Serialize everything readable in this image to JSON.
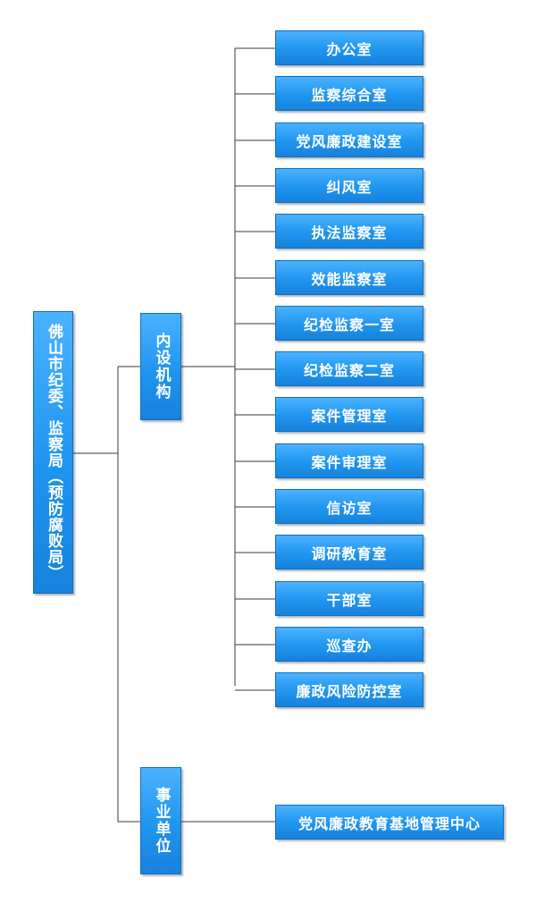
{
  "root": {
    "label": "佛山市纪委、监察局（预防腐败局）"
  },
  "branches": [
    {
      "label": "内设机构",
      "children": [
        "办公室",
        "监察综合室",
        "党风廉政建设室",
        "纠风室",
        "执法监察室",
        "效能监察室",
        "纪检监察一室",
        "纪检监察二室",
        "案件管理室",
        "案件审理室",
        "信访室",
        "调研教育室",
        "干部室",
        "巡查办",
        "廉政风险防控室"
      ]
    },
    {
      "label": "事业单位",
      "children": [
        "党风廉政教育基地管理中心"
      ]
    }
  ],
  "colors": {
    "box_fill": "#1f95ef",
    "box_border": "#0f6fc0",
    "line": "#333333",
    "text": "#ffffff"
  }
}
